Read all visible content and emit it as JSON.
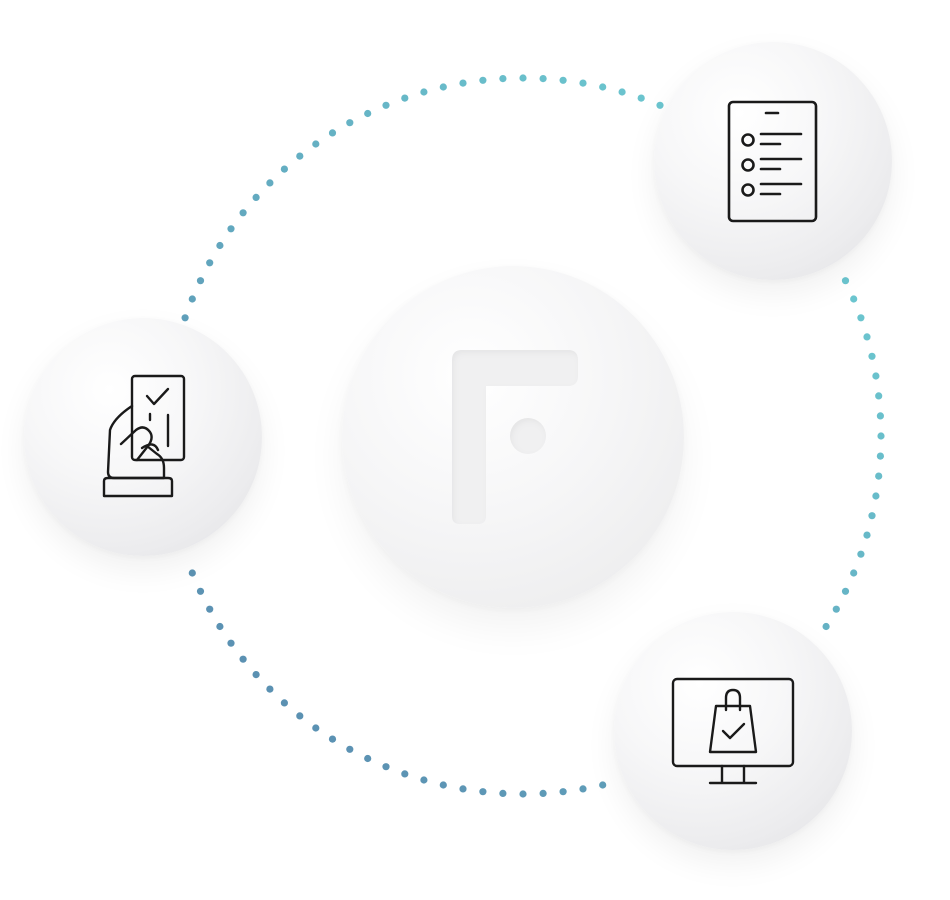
{
  "colors": {
    "background": "#ffffff",
    "orbit_teal": "#6dcbd2",
    "orbit_blue": "#5a8db0",
    "icon_stroke": "#1a1a1a",
    "bubble_light": "#f4f4f5",
    "logo_inset": "#f0f0f1"
  },
  "nodes": [
    {
      "id": "document",
      "icon": "checklist-document-icon"
    },
    {
      "id": "card",
      "icon": "hand-holding-card-icon"
    },
    {
      "id": "shop",
      "icon": "monitor-shopping-bag-icon"
    }
  ],
  "hub": {
    "icon": "brand-logo-icon"
  }
}
